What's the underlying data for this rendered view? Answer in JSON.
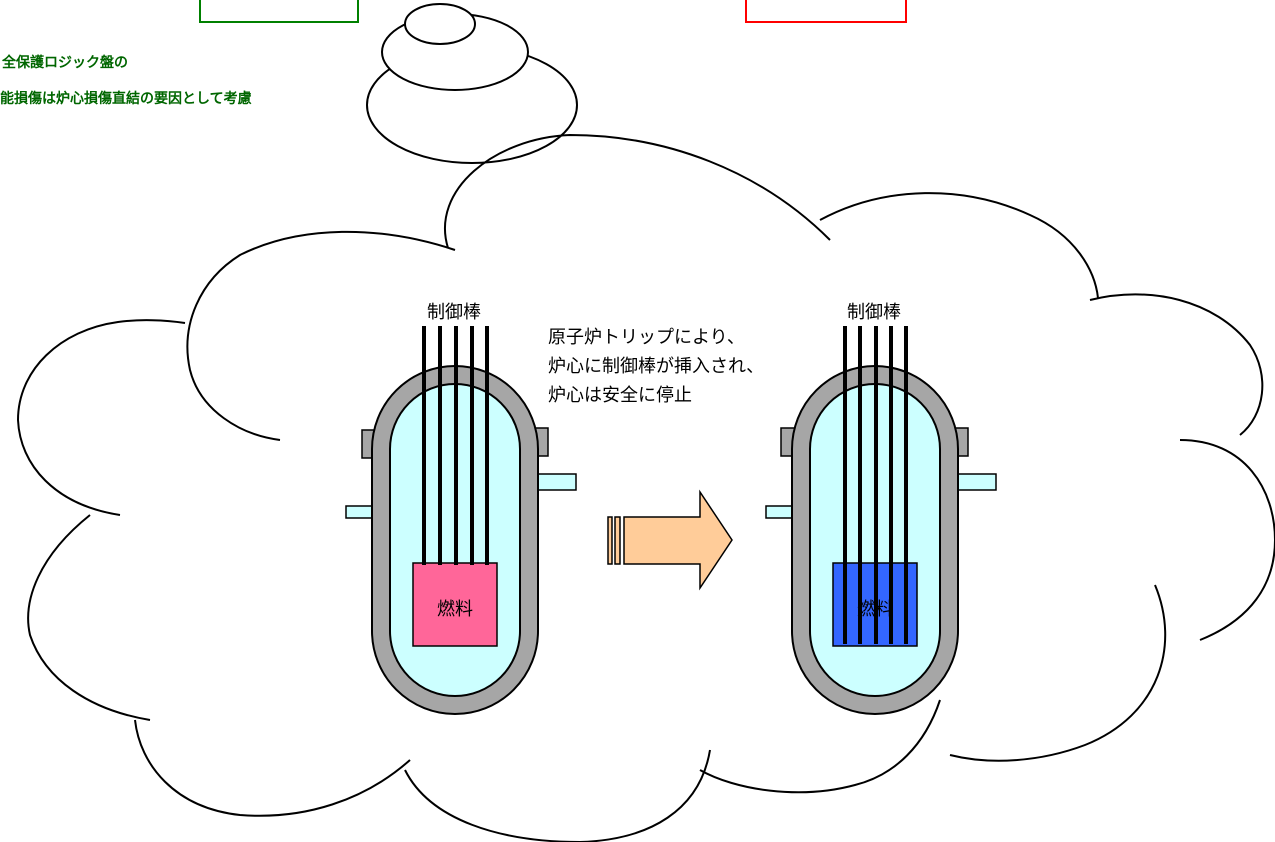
{
  "note": {
    "line1": "全保護ロジック盤の",
    "line2": "能損傷は炉心損傷直結の要因として考慮"
  },
  "before": {
    "rod_label": "制御棒",
    "fuel_label": "燃料",
    "fuel_color": "#FF6699"
  },
  "after": {
    "rod_label": "制御棒",
    "fuel_label": "燃料",
    "fuel_color": "#3366FF"
  },
  "caption": {
    "line1": "原子炉トリップにより、",
    "line2": "炉心に制御棒が挿入され、",
    "line3": "炉心は安全に停止"
  },
  "colors": {
    "vessel_wall": "#A6A6A6",
    "coolant": "#CCFFFF",
    "arrow_fill": "#FFCC99",
    "box_green": "#008000",
    "box_red": "#FF0000"
  }
}
